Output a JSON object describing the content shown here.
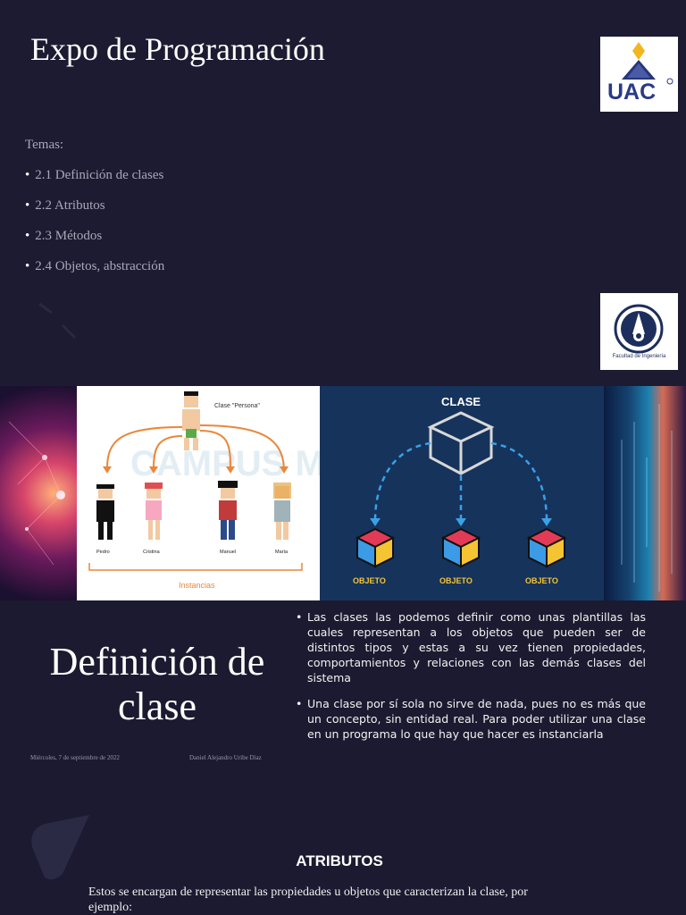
{
  "slide1": {
    "title": "Expo de Programación",
    "topics_label": "Temas:",
    "topics": [
      "2.1 Definición de clases",
      "2.2 Atributos",
      "2.3 Métodos",
      "2.4 Objetos, abstracción"
    ],
    "logo_text": "UAC",
    "logo2_caption": "Facultad de Ingeniería"
  },
  "band": {
    "persona": {
      "class_label": "Clase \"Persona\"",
      "names": [
        "Pedro",
        "Cristina",
        "Manuel",
        "María"
      ],
      "instances_label": "Instancias",
      "watermark": "CAMPUS MVP"
    },
    "clase": {
      "title": "CLASE",
      "objects": [
        "OBJETO",
        "OBJETO",
        "OBJETO"
      ]
    }
  },
  "slide3": {
    "title_line1": "Definición de",
    "title_line2": "clase",
    "footer_left": "Miércoles, 7 de septiembre de 2022",
    "footer_right": "Daniel Alejandro Uribe Díaz",
    "bullets": [
      "Las clases las podemos definir como unas plantillas las cuales representan a los objetos que pueden ser de distintos tipos y estas a su vez tienen propiedades, comportamientos y relaciones con las demás clases del sistema",
      "Una clase por sí sola no sirve de nada, pues no es más que un concepto, sin entidad real. Para poder utilizar una clase en un programa lo que hay que hacer es instanciarla"
    ]
  },
  "slide4": {
    "title": "ATRIBUTOS",
    "text": "Estos  se encargan de representar las propiedades u objetos que caracterizan la clase, por ejemplo:"
  },
  "colors": {
    "background": "#1f1d33",
    "arrow_orange": "#e9873a",
    "clase_blue": "#16335c",
    "dash_blue": "#3aa1e6",
    "cube_red": "#e23a57",
    "cube_yellow": "#f5c432",
    "cube_blue": "#3b9be6"
  }
}
